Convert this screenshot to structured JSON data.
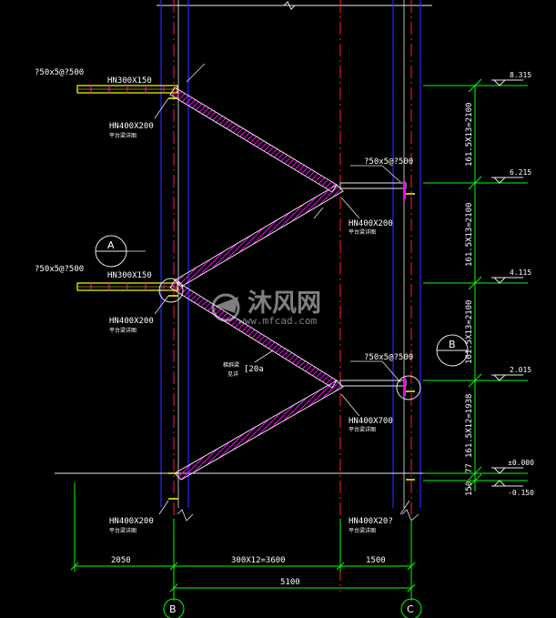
{
  "colors": {
    "background": "#000000",
    "axis_red": "#ff2020",
    "axis_blue": "#2828ff",
    "beam_yellow": "#ffff00",
    "dim_green": "#00ff00",
    "stringer": "#e8e8e8",
    "step_magenta": "#ff00ff",
    "text": "#ffffff"
  },
  "labels": {
    "plate_upper": "?50x5@?500",
    "beam_upper": "HN300X150",
    "support_1": "HN400X200",
    "support_note_1": "平台梁详图",
    "plate_mid_right": "?50x5@?500",
    "support_2": "HN400X200",
    "support_note_2": "平台梁详图",
    "plate_lower": "?50x5@?500",
    "beam_lower": "HN300X150",
    "support_3": "HN400X200",
    "support_note_3": "平台梁详图",
    "plate_lower_right": "?50x5@?500",
    "stringer_note_a": "梯斜梁",
    "stringer_note_b": "见详",
    "stringer_section": "[20a",
    "support_4": "HN400X700",
    "support_note_4": "平台梁详图",
    "support_5": "HN400X200",
    "support_note_5": "平台梁详图",
    "support_6": "HN400X20?",
    "support_note_6": "平台梁详图"
  },
  "elevations": [
    "8.315",
    "6.215",
    "4.115",
    "2.015",
    "±0.000",
    "-0.150"
  ],
  "vertical_dims": [
    "161.5X13=2100",
    "161.5X13=2100",
    "161.5X13=2100",
    "161.5X12=1938",
    "77",
    "150"
  ],
  "horizontal_dims": [
    "2050",
    "300X12=3600",
    "1500",
    "5100"
  ],
  "axes": [
    "B",
    "C"
  ],
  "detail_marks": [
    "A",
    "B"
  ],
  "watermark": {
    "cn": "沐风网",
    "en": "www.mfcad.com"
  }
}
